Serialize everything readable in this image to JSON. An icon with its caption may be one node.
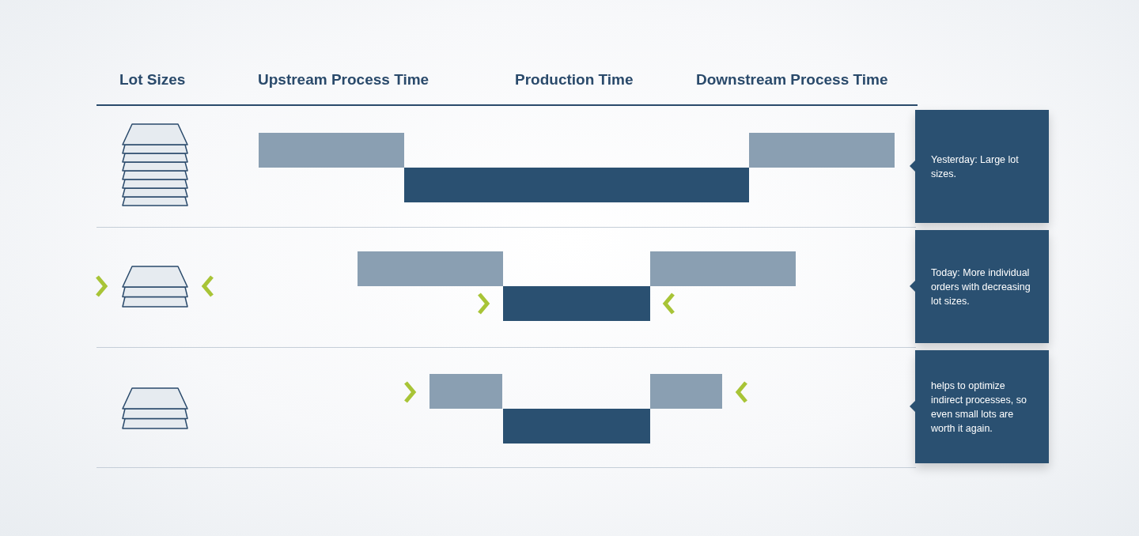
{
  "diagram": {
    "nodes": [
      {
        "text": [],
        "shape": "bar"
      },
      {
        "text": [],
        "shape": "bar"
      },
      {
        "text": [],
        "shape": "bar"
      },
      {
        "text": [
          "Yesterday: Large lot sizes."
        ]
      },
      {
        "text": [],
        "shape": "bar"
      },
      {
        "text": [],
        "shape": "bar"
      },
      {
        "text": [],
        "shape": "bar"
      },
      {
        "text": [
          "Today: More individual orders with decreasing lot sizes."
        ]
      },
      {
        "text": [],
        "shape": "bar"
      },
      {
        "text": [],
        "shape": "bar"
      },
      {
        "text": [],
        "shape": "bar"
      },
      {
        "text": [
          "helps to optimize indirect processes, so even small lots are worth it again."
        ]
      }
    ],
    "labels": [
      "Lot Sizes",
      "Upstream Process Time",
      "Production Time",
      "Downstream Process Time"
    ]
  }
}
